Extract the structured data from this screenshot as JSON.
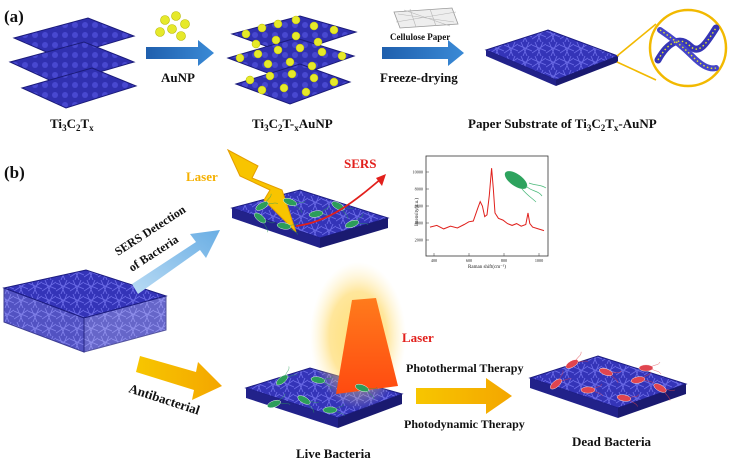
{
  "panel_a": {
    "tag": "(a)",
    "arrow1_label": "AuNP",
    "cellulose_label": "Cellulose Paper",
    "arrow2_label": "Freeze-drying",
    "item1": {
      "base": "Ti",
      "s1": "3",
      "m": "C",
      "s2": "2",
      "t": "T",
      "s3": "x"
    },
    "item2": {
      "base": "Ti",
      "s1": "3",
      "m": "C",
      "s2": "2",
      "t": "T-",
      "s3": "x",
      "tail": "AuNP"
    },
    "item3": {
      "pre": "Paper Substrate of Ti",
      "s1": "3",
      "m": "C",
      "s2": "2",
      "t": "T",
      "s3": "x",
      "tail": "-AuNP"
    }
  },
  "panel_b": {
    "tag": "(b)",
    "laser_top": "Laser",
    "sers": "SERS",
    "sers_arrow_line1": "SERS  Detection",
    "sers_arrow_line2": "of Bacteria",
    "antibacterial": "Antibacterial",
    "laser_bottom": "Laser",
    "photothermal": "Photothermal Therapy",
    "photodynamic": "Photodynamic Therapy",
    "live": "Live Bacteria",
    "dead": "Dead Bacteria"
  },
  "spectrum": {
    "yaxis_label": "Intensity(a.u.)",
    "xaxis_label": "Raman shift(cm⁻¹)",
    "y_ticks": [
      "10000",
      "8000",
      "6000",
      "4000",
      "2000"
    ],
    "x_ticks": [
      "400",
      "600",
      "800",
      "1000"
    ]
  },
  "colors": {
    "mxene": "#2f2fb0",
    "aunp": "#e8ea2a",
    "arrow_blue": "#2d73c3",
    "arrow_light": "#8ec3ec",
    "arrow_yellow": "#f6b800",
    "laser_red": "#e2201c",
    "bacteria_green": "#2c9d5a",
    "bacteria_red": "#e0454f"
  }
}
